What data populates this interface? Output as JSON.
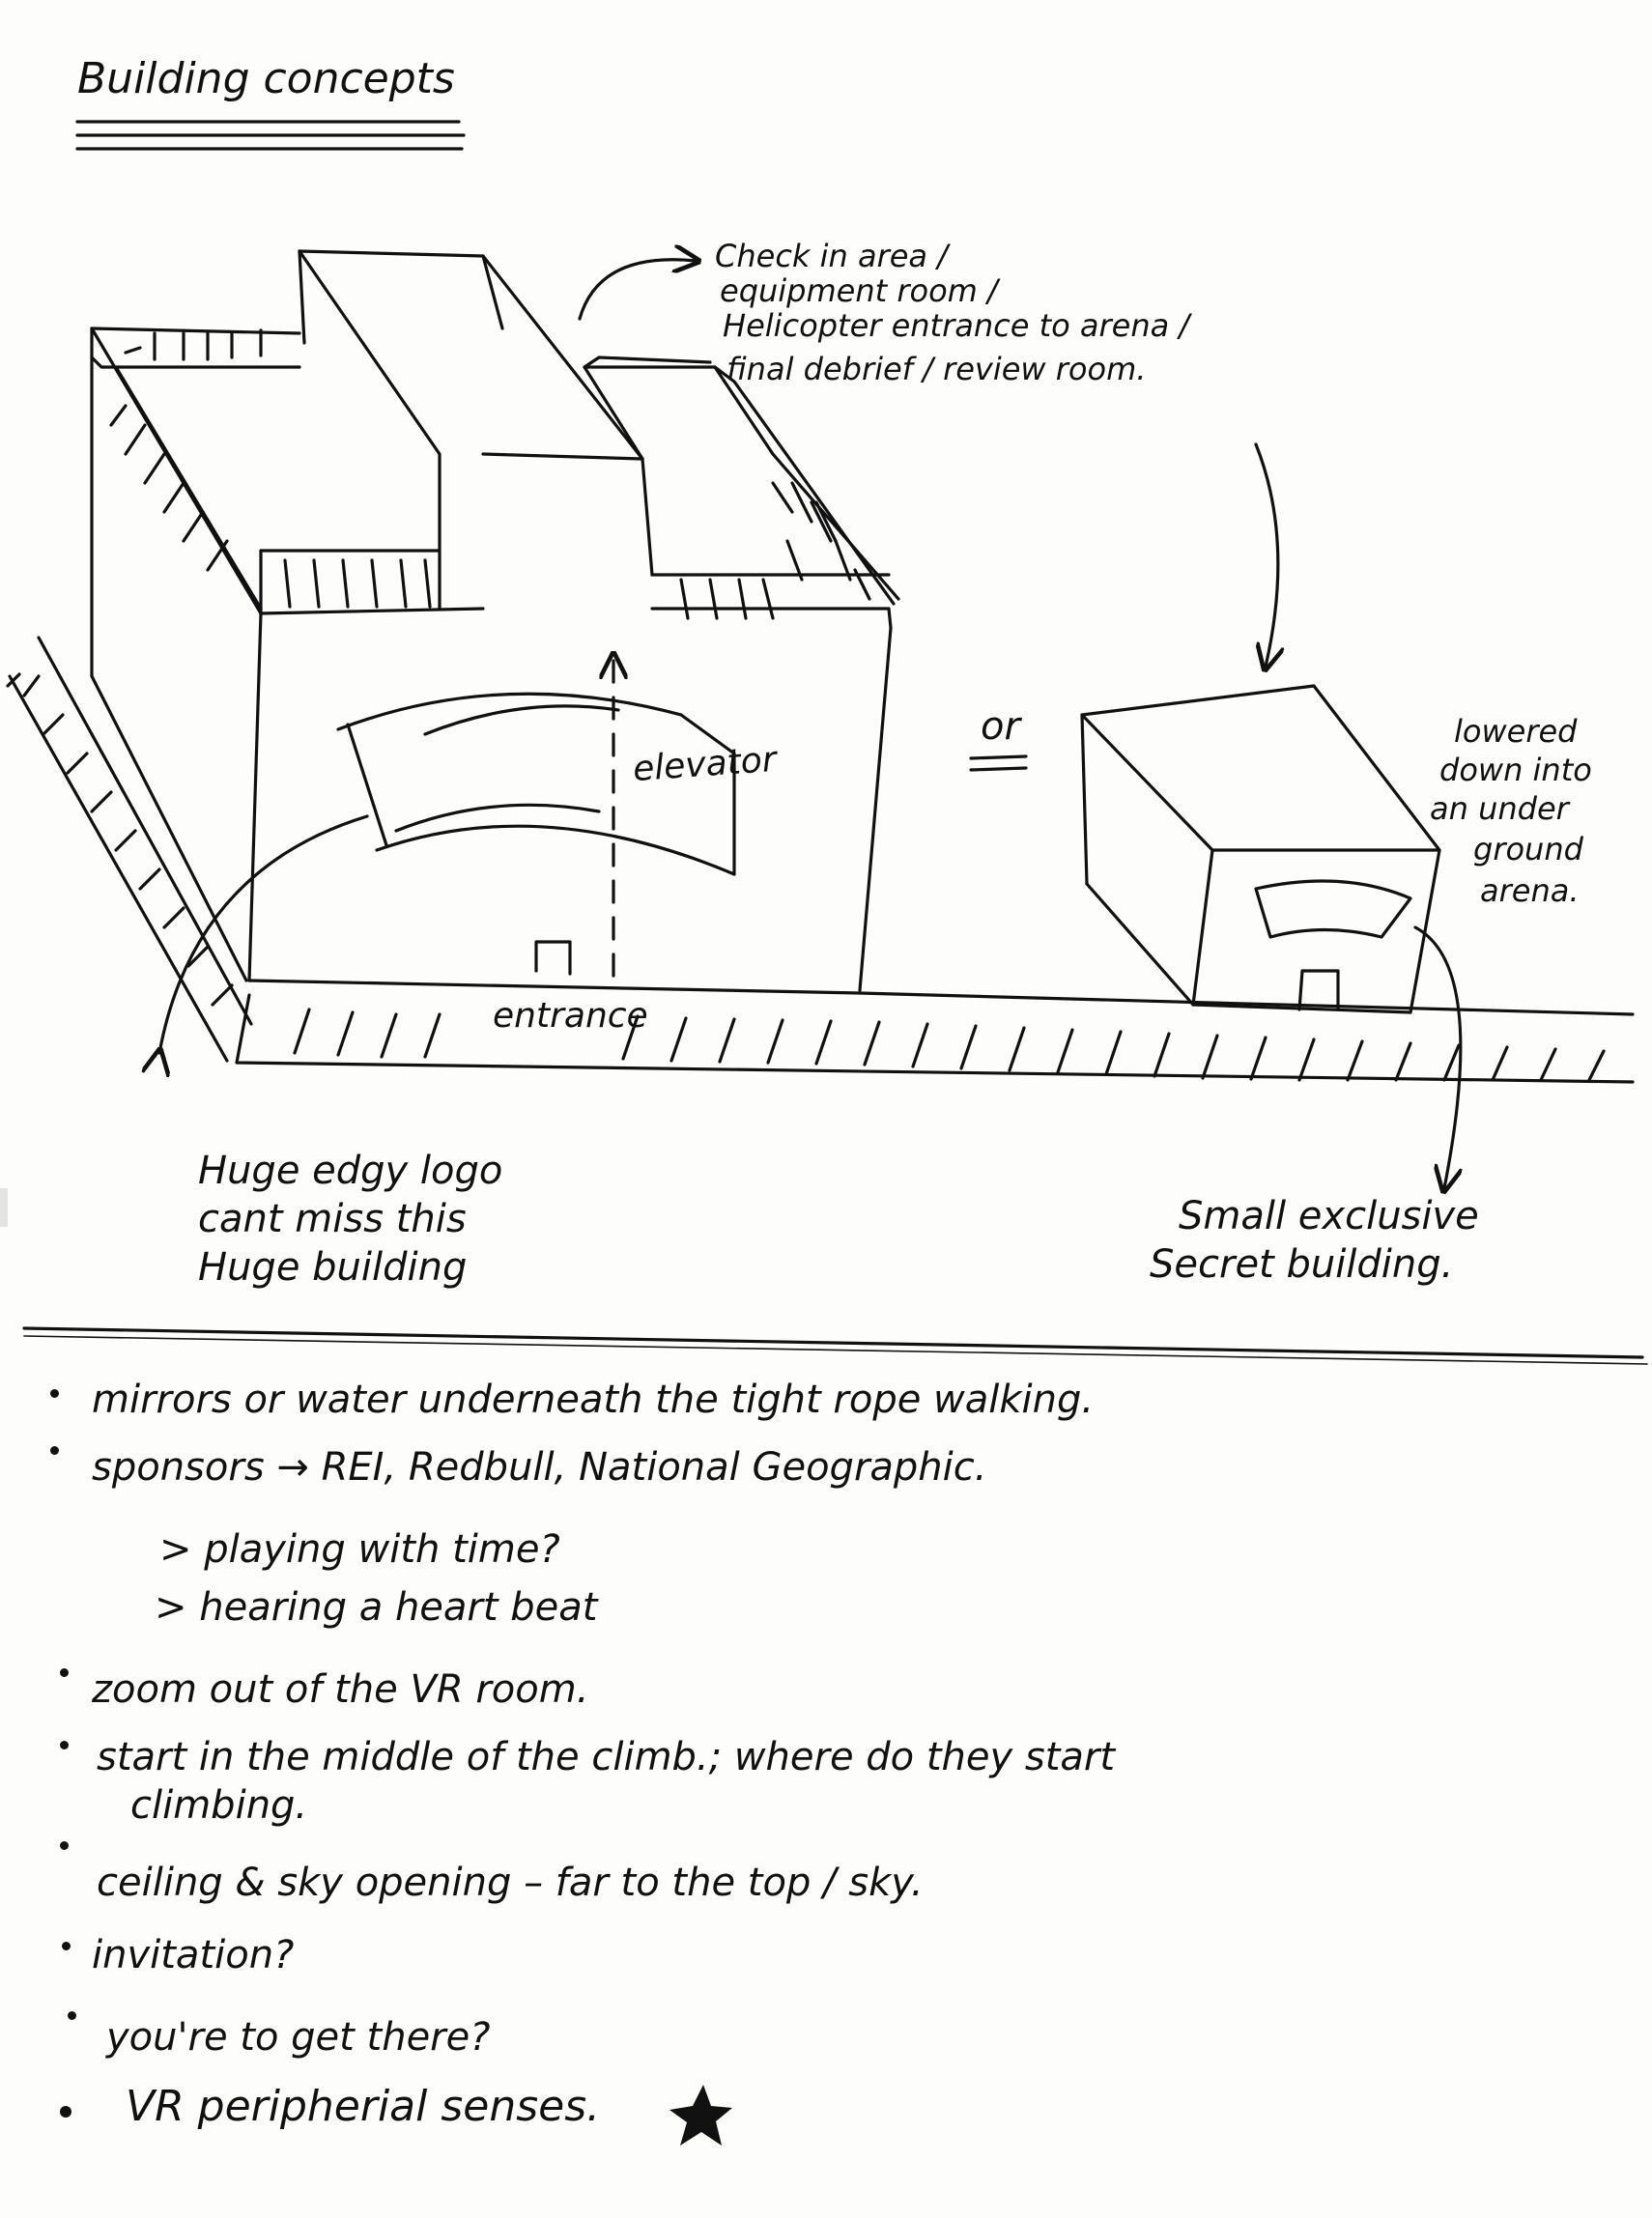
{
  "title": "Building concepts",
  "sketch": {
    "big_building": {
      "callout_top": [
        "Check in area /",
        "equipment room /",
        "Helicopter entrance to arena /",
        "final debrief / review room."
      ],
      "elevator_label": "elevator",
      "entrance_label": "entrance",
      "caption": [
        "Huge edgy logo",
        "cant miss this",
        "Huge building"
      ]
    },
    "or_label": "or",
    "small_building": {
      "side_note": [
        "lowered",
        "down into",
        "an under",
        "ground",
        "arena."
      ],
      "caption": [
        "Small exclusive",
        "Secret building."
      ]
    }
  },
  "notes": [
    "mirrors or water underneath the tight rope walking.",
    "sponsors → REI, Redbull, National Geographic.",
    "> playing with time?",
    "> hearing a heart beat",
    "zoom out of the VR room.",
    "start in the middle of the climb.; where do they start",
    "climbing.",
    "ceiling & sky opening – far to the top / sky.",
    "invitation?",
    "you're to get there?",
    "VR peripherial senses."
  ],
  "icons": {
    "star": "star-icon"
  }
}
